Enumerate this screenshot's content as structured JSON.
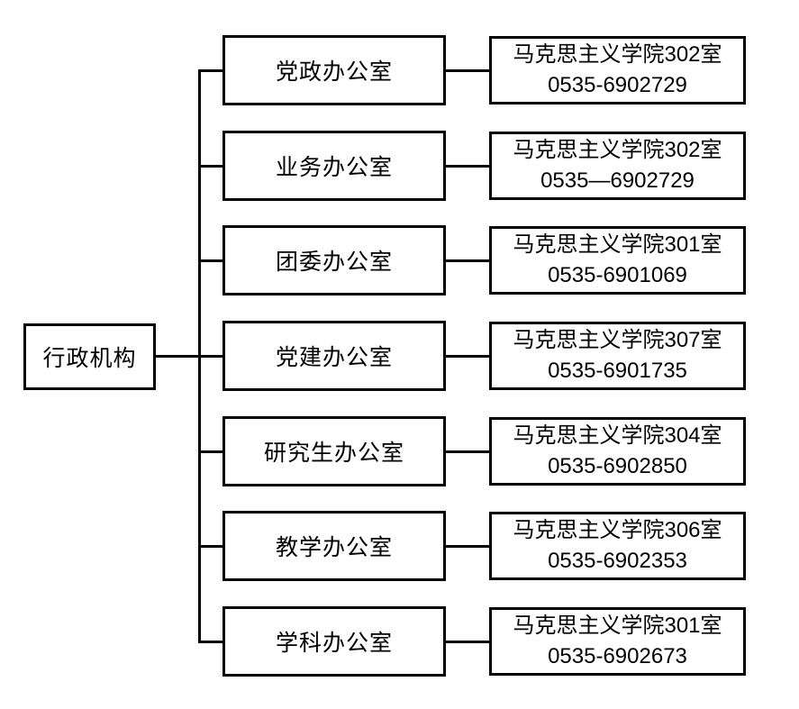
{
  "diagram": {
    "title_node": "行政机构",
    "type": "organization-chart"
  },
  "root": {
    "label": "行政机构"
  },
  "rows": [
    {
      "office": "党政办公室",
      "location": "马克思主义学院302室",
      "phone": "0535-6902729"
    },
    {
      "office": "业务办公室",
      "location": "马克思主义学院302室",
      "phone": "0535—6902729"
    },
    {
      "office": "团委办公室",
      "location": "马克思主义学院301室",
      "phone": "0535-6901069"
    },
    {
      "office": "党建办公室",
      "location": "马克思主义学院307室",
      "phone": "0535-6901735"
    },
    {
      "office": "研究生办公室",
      "location": "马克思主义学院304室",
      "phone": "0535-6902850"
    },
    {
      "office": "教学办公室",
      "location": "马克思主义学院306室",
      "phone": "0535-6902353"
    },
    {
      "office": "学科办公室",
      "location": "马克思主义学院301室",
      "phone": "0535-6902673"
    }
  ],
  "colors": {
    "line": "#000000",
    "text": "#000000",
    "background": "#ffffff"
  }
}
